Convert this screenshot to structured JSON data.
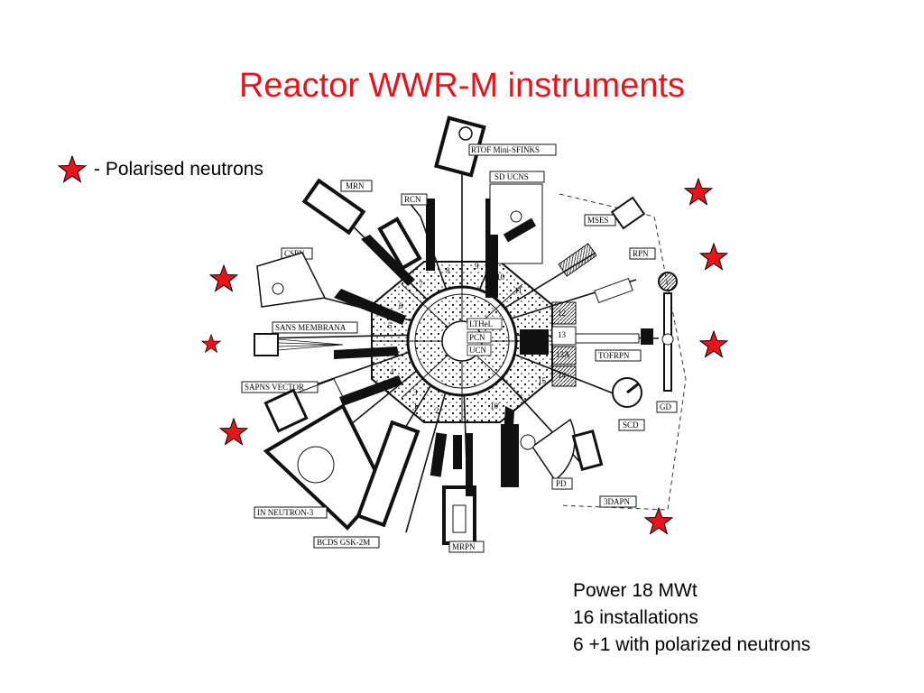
{
  "title": "Reactor WWR-M instruments",
  "legend": {
    "icon": "star-icon",
    "text": "- Polarised neutrons"
  },
  "info": [
    "Power 18 MWt",
    "16 installations",
    "6 +1 with polarized neutrons"
  ],
  "colors": {
    "accent": "#e8141b",
    "ink": "#111111"
  },
  "instruments": {
    "rtof": "RTOF Mini-SFINKS",
    "sducns": "SD UCNS",
    "mrn": "MRN",
    "rcn": "RCN",
    "mses": "MSES",
    "rpn": "RPN",
    "cspn": "CSPN",
    "sans": "SANS MEMBRANA",
    "sapns": "SAPNS VECTOR",
    "tofrpn": "TOFRPN",
    "gd": "GD",
    "scd": "SCD",
    "pd": "PD",
    "dapn": "3DAPN",
    "inneutron": "IN NEUTRON-3",
    "bcds": "BCDS GSK-2M",
    "mrpn": "MRPN"
  },
  "core": {
    "lthel": "LTHeL",
    "pcn": "PCN",
    "ucn": "UCN"
  },
  "channels": [
    "1",
    "2",
    "3",
    "4",
    "5",
    "6",
    "7",
    "8",
    "9",
    "10",
    "10'",
    "11",
    "12",
    "13",
    "13A",
    "14",
    "15"
  ]
}
